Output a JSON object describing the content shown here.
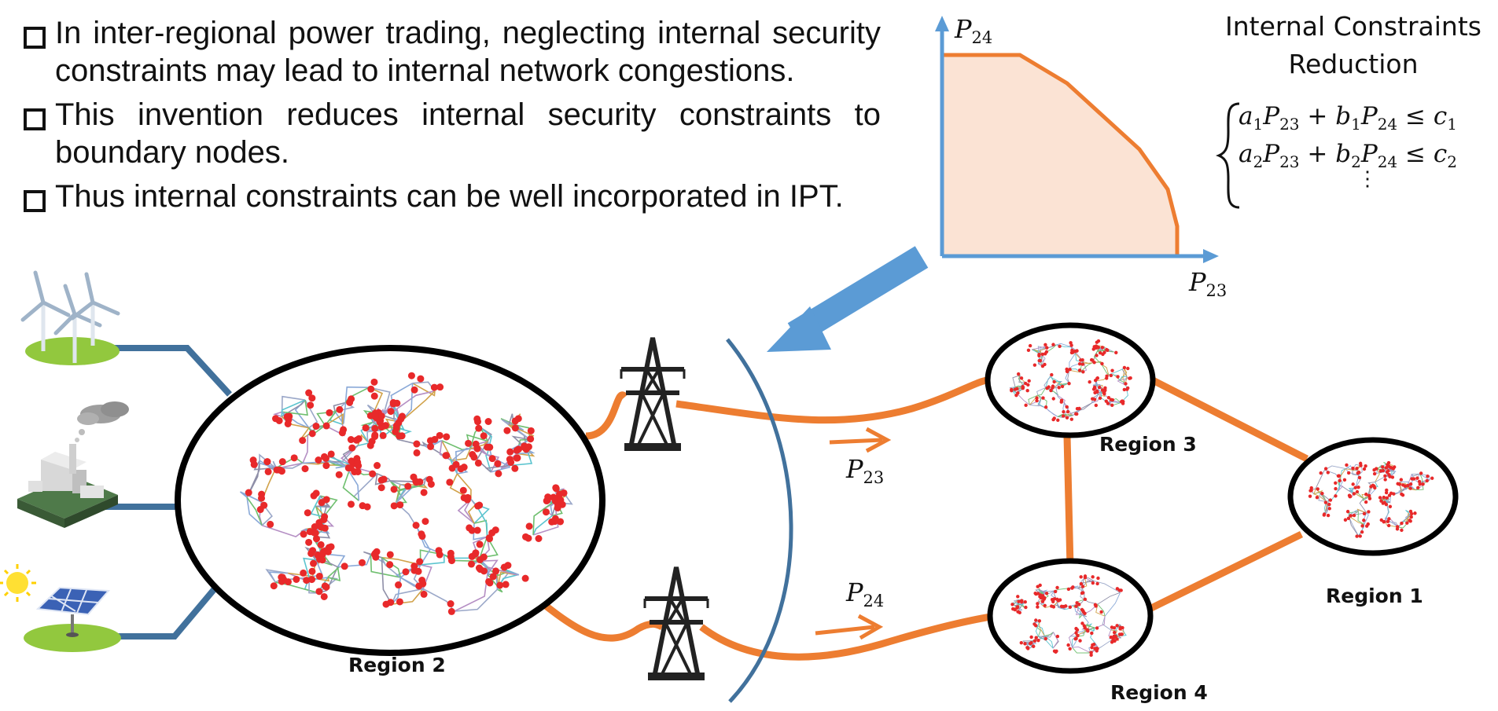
{
  "bullets": [
    "In inter-regional power trading, neglecting internal security constraints may lead to internal network congestions.",
    "This invention reduces internal security constraints to boundary nodes.",
    "Thus internal constraints can be well incorporated in IPT."
  ],
  "constraints": {
    "title": "Internal Constraints Reduction",
    "eq1": {
      "a": "a",
      "a_sub": "1",
      "p1": "P",
      "p1_sub": "23",
      "b": "b",
      "b_sub": "1",
      "p2": "P",
      "p2_sub": "24",
      "rel": "≤",
      "c": "c",
      "c_sub": "1",
      "plus": "+"
    },
    "eq2": {
      "a": "a",
      "a_sub": "2",
      "p1": "P",
      "p1_sub": "23",
      "b": "b",
      "b_sub": "2",
      "p2": "P",
      "p2_sub": "24",
      "rel": "≤",
      "c": "c",
      "c_sub": "2",
      "plus": "+"
    },
    "dots": "⋮"
  },
  "plot": {
    "y_label": "P",
    "y_sub": "24",
    "x_label": "P",
    "x_sub": "23",
    "region_fill": "#fbe3d4",
    "boundary_color": "#ed7d31",
    "axis_color": "#5b9bd5"
  },
  "flows": {
    "p23": {
      "label": "P",
      "sub": "23"
    },
    "p24": {
      "label": "P",
      "sub": "24"
    }
  },
  "regions": {
    "r1": "Region 1",
    "r2": "Region 2",
    "r3": "Region 3",
    "r4": "Region 4"
  },
  "colors": {
    "tie_line": "#ed7d31",
    "feeder": "#41719c",
    "boundary": "#41719c",
    "big_arrow": "#5b9bd5",
    "node": "#e8292a"
  },
  "icons": [
    "wind-turbine-icon",
    "power-plant-icon",
    "solar-panel-icon",
    "transmission-tower-icon"
  ]
}
